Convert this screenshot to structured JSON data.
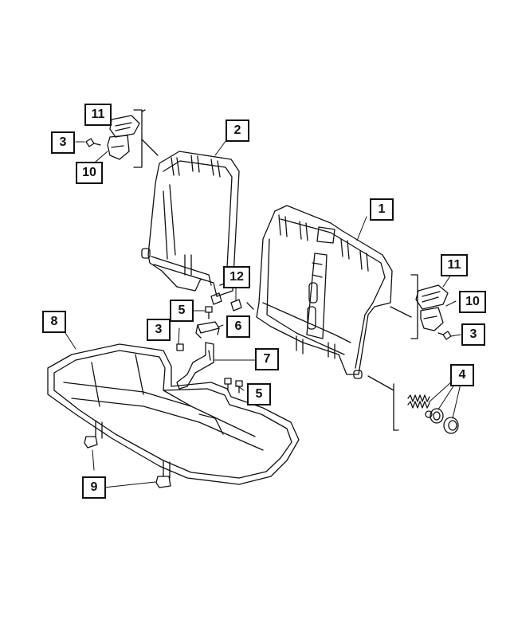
{
  "callouts": {
    "c1": "1",
    "c2": "2",
    "c3a": "3",
    "c3b": "3",
    "c3c": "3",
    "c4": "4",
    "c5a": "5",
    "c5b": "5",
    "c6": "6",
    "c7": "7",
    "c8": "8",
    "c9": "9",
    "c10a": "10",
    "c10b": "10",
    "c11a": "11",
    "c11b": "11",
    "c12": "12"
  }
}
